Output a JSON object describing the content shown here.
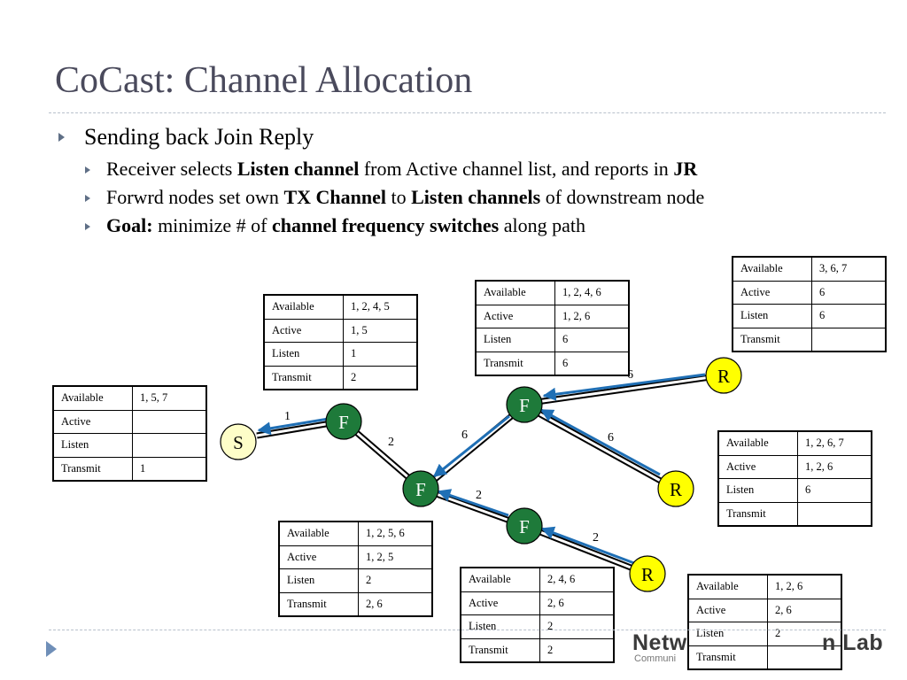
{
  "slide": {
    "title": "CoCast: Channel Allocation",
    "bullets": {
      "b1": "Sending back Join Reply",
      "b2": {
        "t1": "Receiver selects ",
        "t2": "Listen channel",
        "t3": " from Active channel list, and reports in ",
        "t4": "JR"
      },
      "b3": {
        "t1": "Forwrd nodes set own ",
        "t2": "TX Channel",
        "t3": " to ",
        "t4": "Listen channels",
        "t5": " of downstream node"
      },
      "b4": {
        "t1": "Goal:",
        "t2": " minimize # of ",
        "t3": "channel frequency switches",
        "t4": " along path"
      }
    }
  },
  "row_labels": {
    "available": "Available",
    "active": "Active",
    "listen": "Listen",
    "transmit": "Transmit"
  },
  "tables": {
    "source": {
      "available": "1, 5, 7",
      "active": "",
      "listen": "",
      "transmit": "1"
    },
    "f1": {
      "available": "1, 2, 4, 5",
      "active": "1, 5",
      "listen": "1",
      "transmit": "2"
    },
    "f_top": {
      "available": "1, 2, 4, 6",
      "active": "1, 2, 6",
      "listen": "6",
      "transmit": "6"
    },
    "r_top": {
      "available": "3, 6, 7",
      "active": "6",
      "listen": "6",
      "transmit": ""
    },
    "r_mid": {
      "available": "1, 2, 6, 7",
      "active": "1, 2, 6",
      "listen": "6",
      "transmit": ""
    },
    "f_mid": {
      "available": "1, 2, 5, 6",
      "active": "1, 2, 5",
      "listen": "2",
      "transmit": "2, 6"
    },
    "f_low": {
      "available": "2, 4, 6",
      "active": "2, 6",
      "listen": "2",
      "transmit": "2"
    },
    "r_low": {
      "available": "1, 2, 6",
      "active": "2, 6",
      "listen": "2",
      "transmit": ""
    }
  },
  "nodes": {
    "source": "S",
    "forwarder": "F",
    "receiver": "R"
  },
  "edge_labels": {
    "s_f1": "1",
    "f1_fmid": "2",
    "fmid_ftop": "6",
    "ftop_rtop": "6",
    "ftop_rmid": "6",
    "fmid_flow": "2",
    "flow_rlow": "2"
  },
  "colors": {
    "title": "#4a4a5c",
    "forwarder": "#1e7a3a",
    "source": "#fefec8",
    "receiver": "#ffff00",
    "link": "#1f6fb5",
    "bullet": "#5f6f86"
  },
  "logo": {
    "name": "Netw",
    "name_end": "n Lab",
    "sub": "Communi"
  }
}
